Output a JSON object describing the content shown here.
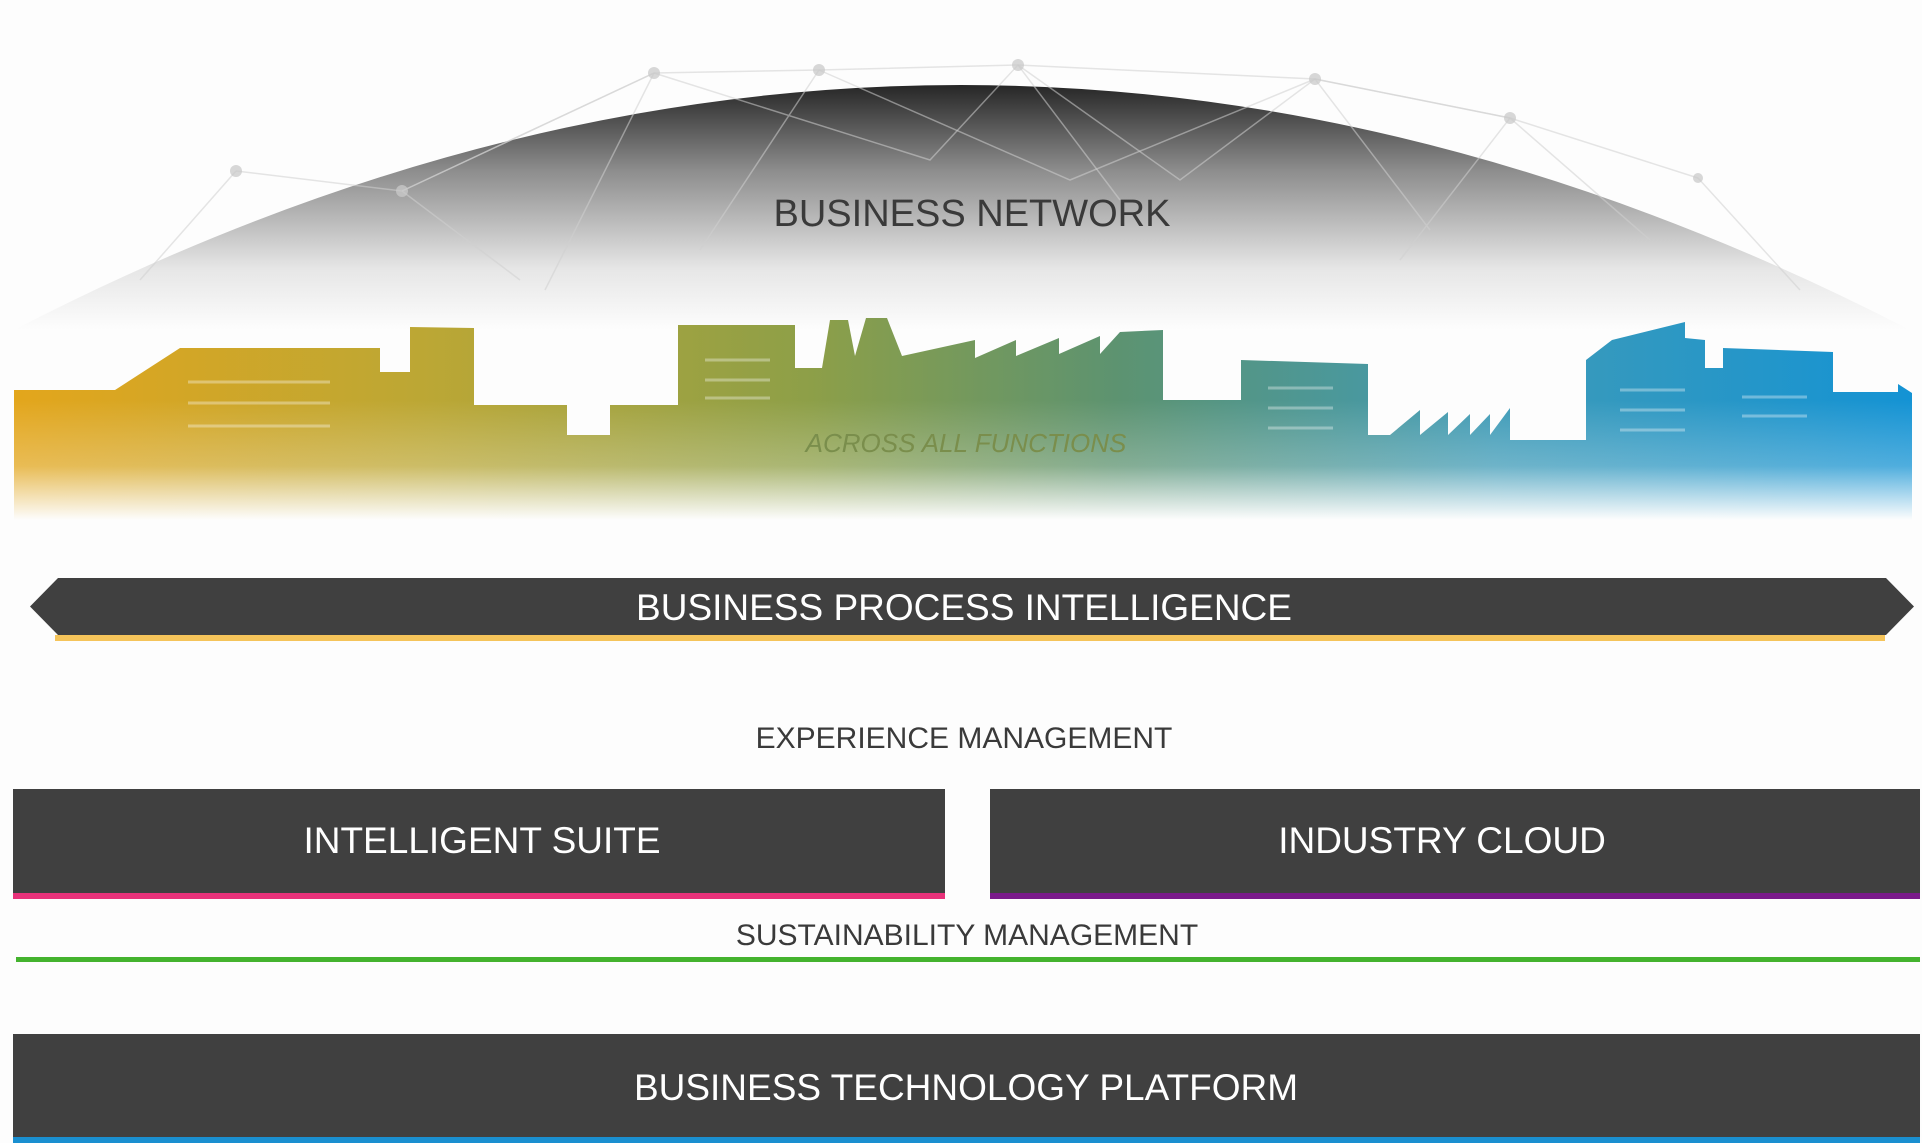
{
  "network": {
    "title": "BUSINESS NETWORK",
    "dome_color_top": "#2a2a2a",
    "dome_color_bottom": "#ffffff"
  },
  "skyline": {
    "caption": "ACROSS ALL FUNCTIONS",
    "gradient_colors": [
      "#d9a21a",
      "#b3a636",
      "#7f9e4b",
      "#5a8e74",
      "#3a9bbf",
      "#1a8fd0"
    ]
  },
  "process_intelligence": {
    "label": "BUSINESS PROCESS INTELLIGENCE",
    "accent_color": "#f5c45a"
  },
  "experience": {
    "label": "EXPERIENCE MANAGEMENT"
  },
  "suite": {
    "label": "INTELLIGENT SUITE",
    "accent_color": "#e8327a"
  },
  "industry": {
    "label": "INDUSTRY CLOUD",
    "accent_color": "#7a1a8a"
  },
  "sustainability": {
    "label": "SUSTAINABILITY MANAGEMENT",
    "accent_color": "#44b32e"
  },
  "platform": {
    "label": "BUSINESS TECHNOLOGY PLATFORM",
    "accent_color": "#1a8fd0"
  },
  "bar_color": "#404040"
}
